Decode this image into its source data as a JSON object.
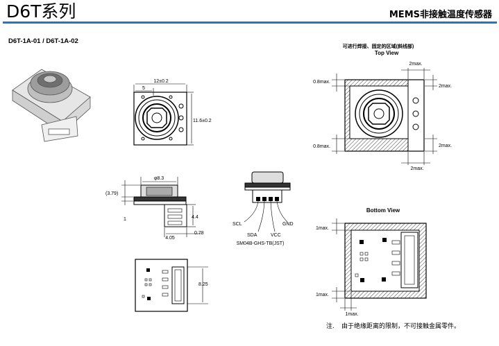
{
  "header": {
    "title": "D6T系列",
    "category": "MEMS非接触温度传感器"
  },
  "model_label": "D6T-1A-01 / D6T-1A-02",
  "top_view": {
    "caption_line1": "可进行焊接、固定的区域(斜线部)",
    "caption_line2": "Top View",
    "dims": {
      "top_right": "2max.",
      "left_upper": "0.8max.",
      "right_upper": "2max.",
      "left_lower": "0.8max.",
      "right_lower": "2max.",
      "bottom_right": "2max."
    }
  },
  "bottom_view": {
    "caption": "Bottom View",
    "dims": {
      "left_upper": "1max.",
      "left_lower": "1max.",
      "bottom": "1max."
    }
  },
  "front_view": {
    "width": "12±0.2",
    "offset": "5",
    "height": "11.6±0.2"
  },
  "side_view": {
    "diameter": "φ8.3",
    "left_upper": "(3.79)",
    "left_lower": "1",
    "right_height": "4.4",
    "bottom_width": "4.05",
    "bottom_right": "0.78"
  },
  "rear_view": {
    "height": "8.25"
  },
  "connector": {
    "pin_scl": "SCL",
    "pin_gnd": "GND",
    "pin_sda": "SDA",
    "pin_vcc": "VCC",
    "part": "SM04B-GHS-TB(JST)"
  },
  "note": {
    "prefix": "注.",
    "text": "由于绝缘距离的限制，不可接触金属零件。"
  }
}
